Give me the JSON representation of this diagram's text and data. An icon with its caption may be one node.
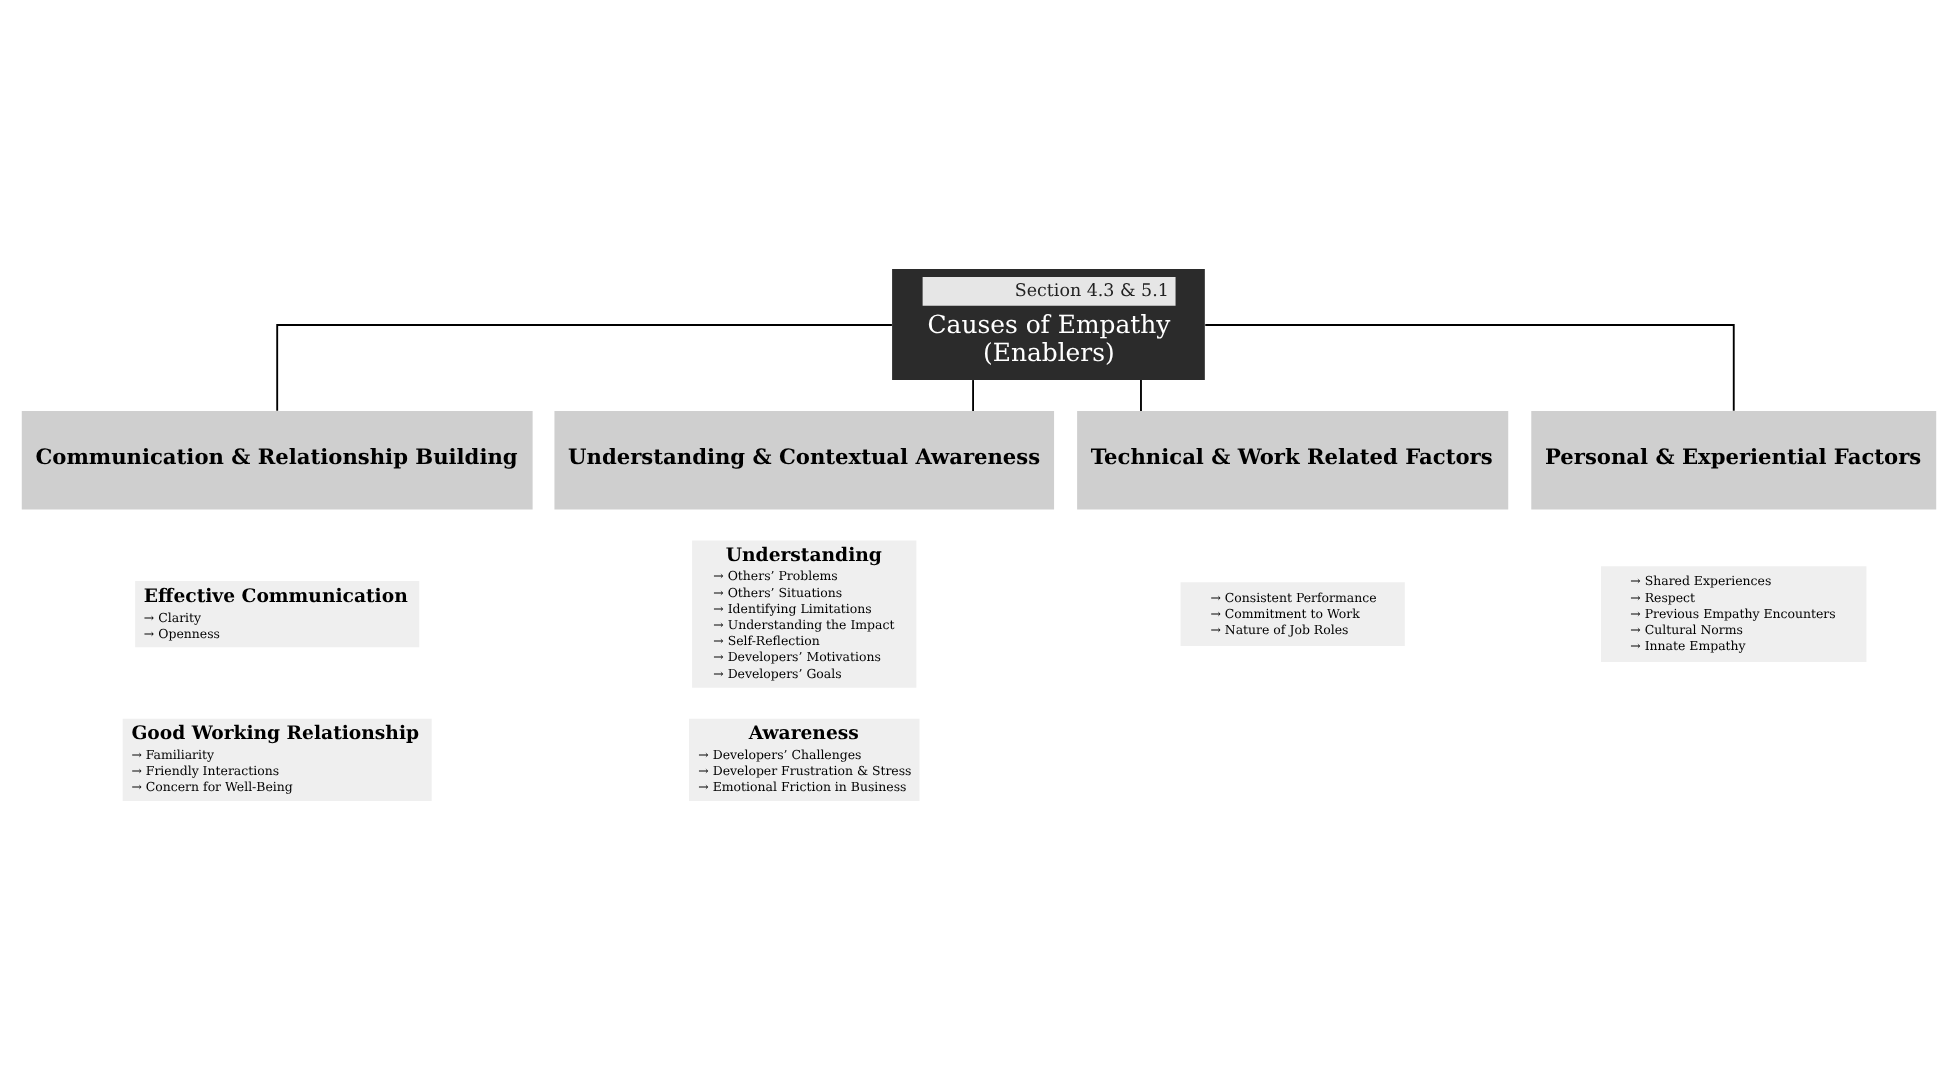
{
  "diagram": {
    "nodes": [
      {
        "text": [
          "Section 4.3 & 5.1",
          "Causes of Empathy (Enablers)"
        ]
      },
      {
        "text": [
          "Communication & Relationship Building"
        ]
      },
      {
        "text": [
          "Understanding & Contextual Awareness"
        ]
      },
      {
        "text": [
          "Technical & Work Related Factors"
        ]
      },
      {
        "text": [
          "Personal & Experiential Factors"
        ]
      },
      {
        "text": [
          "Effective Communication",
          "→ Clarity",
          "→ Openness"
        ]
      },
      {
        "text": [
          "Good Working Relationship",
          "→ Familiarity",
          "→ Friendly Interactions",
          "→ Concern for Well-Being"
        ]
      },
      {
        "text": [
          "Understanding",
          "→ Others’ Problems",
          "→ Others’ Situations",
          "→ Identifying Limitations",
          "→ Understanding the Impact",
          "→ Self-Reflection",
          "→ Developers’ Motivations",
          "→ Developers’ Goals"
        ]
      },
      {
        "text": [
          "Awareness",
          "→ Developers’ Challenges",
          "→ Developer Frustration & Stress",
          "→ Emotional Friction in Business"
        ]
      },
      {
        "text": [
          "→ Consistent Performance",
          "→ Commitment to Work",
          "→ Nature of Job Roles"
        ]
      },
      {
        "text": [
          "→ Shared Experiences",
          "→ Respect",
          "→ Previous Empathy Encounters",
          "→ Cultural Norms",
          "→ Innate Empathy"
        ]
      }
    ],
    "edges": [
      {
        "from": 0,
        "to": 1,
        "arrow": "none"
      },
      {
        "from": 0,
        "to": 2,
        "arrow": "none"
      },
      {
        "from": 0,
        "to": 3,
        "arrow": "none"
      },
      {
        "from": 0,
        "to": 4,
        "arrow": "none"
      }
    ]
  }
}
